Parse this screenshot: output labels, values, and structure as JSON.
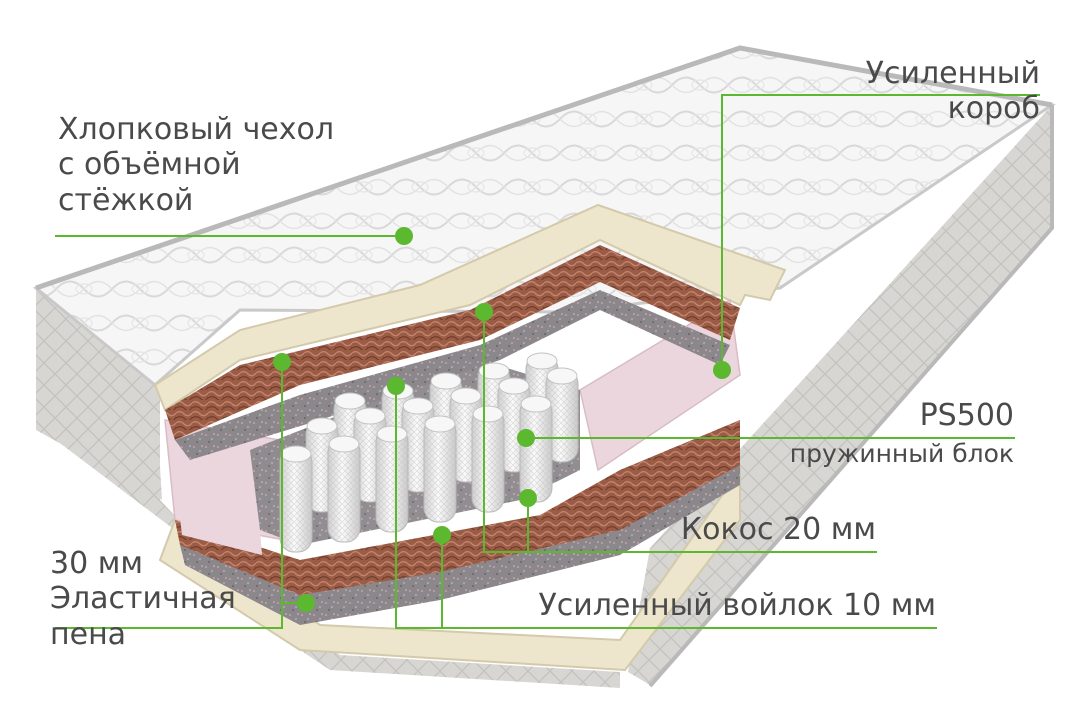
{
  "callouts": {
    "cover": {
      "lines": [
        "Хлопковый чехол",
        "с объёмной",
        "стёжкой"
      ]
    },
    "box": {
      "lines": [
        "Усиленный",
        "короб"
      ]
    },
    "block": {
      "title": "PS500",
      "subtitle": "пружинный блок"
    },
    "coconut": {
      "text": "Кокос 20 мм"
    },
    "felt": {
      "text": "Усиленный войлок 10 мм"
    },
    "foam": {
      "lines": [
        "30 мм",
        "Эластичная",
        "пена"
      ]
    }
  },
  "colors": {
    "accent": "#5cb82e",
    "text": "#4a4a4a",
    "quilt": "#f4f4f4",
    "side": "#d6d4d1",
    "latex_foam": "#eee6cc",
    "coconut": "#9a5a44",
    "felt": "#8a8589",
    "pink_foam": "#ebd6dd",
    "spring": "#eeeeee"
  }
}
